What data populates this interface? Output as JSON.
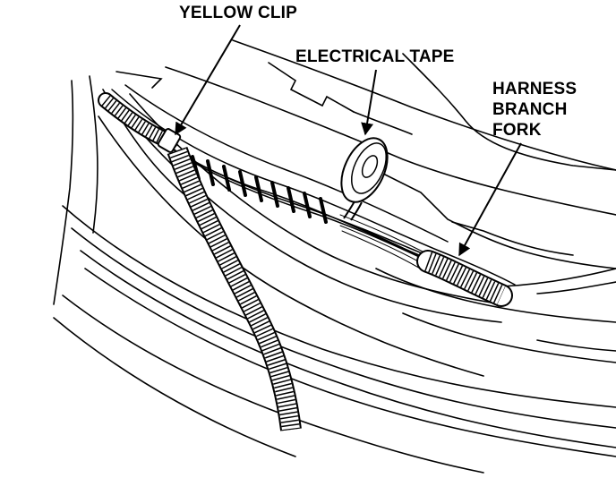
{
  "diagram": {
    "callouts": {
      "yellow_clip": "YELLOW CLIP",
      "electrical_tape": "ELECTRICAL TAPE",
      "harness_branch_fork": [
        "HARNESS",
        "BRANCH",
        "FORK"
      ]
    }
  }
}
